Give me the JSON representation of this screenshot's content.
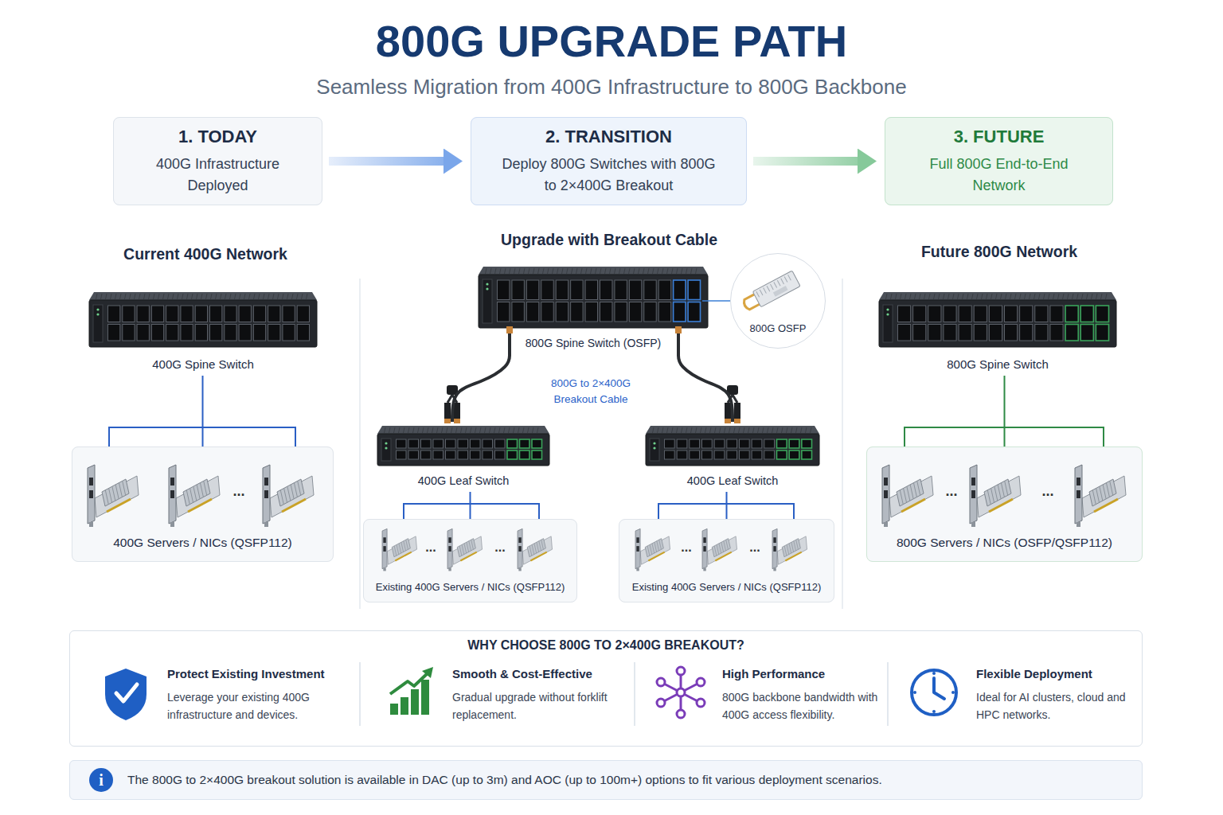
{
  "diagram": {
    "title": "800G UPGRADE PATH",
    "nodes": [
      {
        "text": [
          "1. TODAY",
          "400G Infrastructure Deployed"
        ]
      },
      {
        "text": [
          "2. TRANSITION",
          "Deploy 800G Switches with 800G to 2×400G Breakout"
        ]
      },
      {
        "text": [
          "3. FUTURE",
          "Full 800G End-to-End Network"
        ]
      },
      {
        "text": [
          "400G Spine Switch"
        ]
      },
      {
        "text": [
          "400G Servers / NICs (QSFP112)"
        ]
      },
      {
        "text": [
          "800G Spine Switch (OSFP)"
        ]
      },
      {
        "text": [
          "800G OSFP"
        ]
      },
      {
        "text": [
          "400G Leaf Switch"
        ]
      },
      {
        "text": [
          "400G Leaf Switch"
        ]
      },
      {
        "text": [
          "Existing 400G Servers / NICs (QSFP112)"
        ]
      },
      {
        "text": [
          "Existing 400G Servers / NICs (QSFP112)"
        ]
      },
      {
        "text": [
          "800G Spine Switch"
        ]
      },
      {
        "text": [
          "800G Servers / NICs (OSFP/QSFP112)"
        ]
      },
      {
        "text": [
          "WHY CHOOSE 800G TO 2×400G BREAKOUT?"
        ]
      },
      {
        "text": [
          "Protect Existing Investment",
          "Leverage your existing 400G infrastructure and devices."
        ],
        "in": 13
      },
      {
        "text": [
          "Smooth & Cost-Effective",
          "Gradual upgrade without forklift replacement."
        ],
        "in": 13
      },
      {
        "text": [
          "High Performance",
          "800G backbone bandwidth with 400G access flexibility."
        ],
        "in": 13
      },
      {
        "text": [
          "Flexible Deployment",
          "Ideal for AI clusters, cloud and HPC networks."
        ],
        "in": 13
      },
      {
        "text": [
          "The 800G to 2×400G breakout solution is available in DAC (up to 3m) and AOC (up to 100m+) options to fit various deployment scenarios."
        ]
      }
    ],
    "edges": [
      {
        "from": 0,
        "to": 1,
        "arrow": "to"
      },
      {
        "from": 1,
        "to": 2,
        "arrow": "to"
      },
      {
        "from": 3,
        "to": 4,
        "arrow": "none"
      },
      {
        "from": 5,
        "to": 6,
        "arrow": "none"
      },
      {
        "from": 5,
        "to": 7,
        "arrow": "none"
      },
      {
        "from": 5,
        "to": 8,
        "arrow": "none"
      },
      {
        "from": 7,
        "to": 9,
        "arrow": "none"
      },
      {
        "from": 8,
        "to": 10,
        "arrow": "none"
      },
      {
        "from": 11,
        "to": 12,
        "arrow": "none"
      }
    ],
    "labels": [
      "Seamless Migration from 400G Infrastructure to 800G Backbone",
      "Current 400G Network",
      "Upgrade with Breakout Cable",
      "Future 800G Network",
      "800G to 2×400G Breakout Cable",
      "...",
      "...",
      "...",
      "...",
      "...",
      "...",
      "...",
      "i"
    ]
  }
}
